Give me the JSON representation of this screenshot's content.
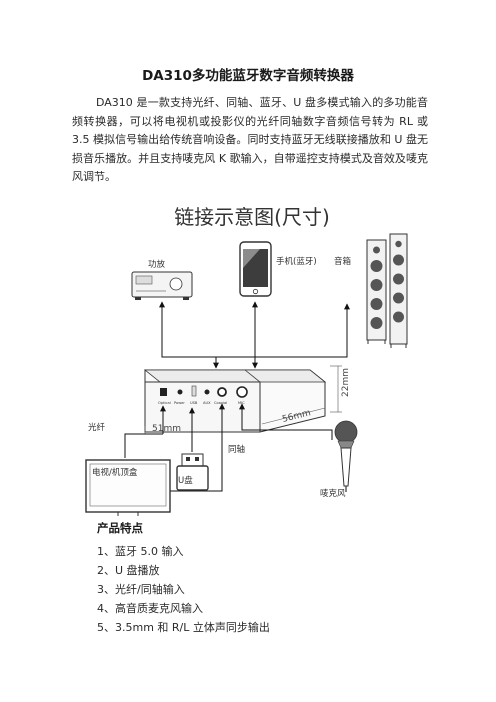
{
  "document": {
    "title": "DA310多功能蓝牙数字音频转换器",
    "intro": "DA310 是一款支持光纤、同轴、蓝牙、U 盘多模式输入的多功能音频转换器，可以将电视机或投影仪的光纤同轴数字音频信号转为 RL 或 3.5 模拟信号输出给传统音响设备。同时支持蓝牙无线联接播放和 U 盘无损音乐播放。并且支持唛克风 K 歌输入，自带遥控支持模式及音效及唛克风调节。"
  },
  "diagram": {
    "title": "链接示意图(尺寸)",
    "labels": {
      "amplifier": "功放",
      "phone": "手机(蓝牙)",
      "speaker": "音箱",
      "optical": "光纤",
      "coaxial": "同轴",
      "tv": "电视/机顶盒",
      "usb": "U盘",
      "mic": "唛克风"
    },
    "dimensions": {
      "width": "51mm",
      "depth": "56mm",
      "height": "22mm"
    },
    "ports": [
      "Optical",
      "Power",
      "USB",
      "AUX",
      "Coaxial",
      "MIC"
    ]
  },
  "features": {
    "heading": "产品特点",
    "items": [
      "1、蓝牙 5.0 输入",
      "2、U 盘播放",
      "3、光纤/同轴输入",
      "4、高音质麦克风输入",
      "5、3.5mm 和 R/L 立体声同步输出"
    ]
  }
}
